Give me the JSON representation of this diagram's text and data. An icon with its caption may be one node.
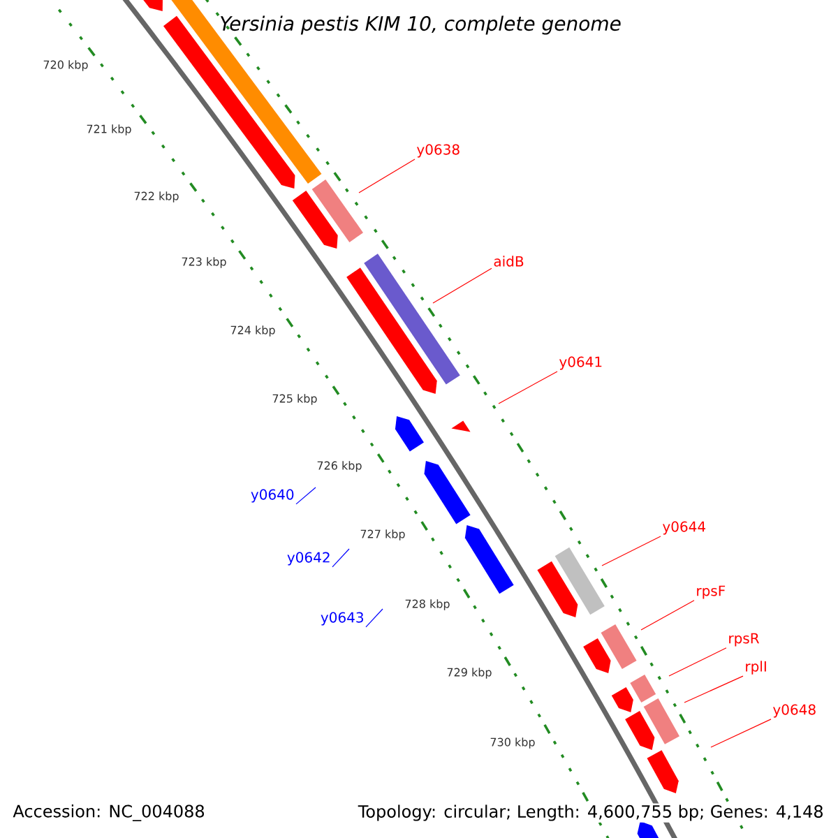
{
  "diagram": {
    "title": "Yersinia pestis KIM 10, complete genome",
    "nodes": [
      {
        "text": [
          "y0638"
        ]
      },
      {
        "text": [
          "aidB"
        ]
      },
      {
        "text": [
          "y0641"
        ]
      },
      {
        "text": [
          "y0640"
        ]
      },
      {
        "text": [
          "y0642"
        ]
      },
      {
        "text": [
          "y0643"
        ]
      },
      {
        "text": [
          "y0644"
        ]
      },
      {
        "text": [
          "rpsF"
        ]
      },
      {
        "text": [
          "rpsR"
        ]
      },
      {
        "text": [
          "rplI"
        ]
      },
      {
        "text": [
          "y0648"
        ]
      }
    ],
    "edges": [
      {
        "from": 0,
        "to": null,
        "arrow": "none"
      },
      {
        "from": 1,
        "to": null,
        "arrow": "none"
      },
      {
        "from": 2,
        "to": null,
        "arrow": "none"
      },
      {
        "from": 3,
        "to": null,
        "arrow": "none",
        "color": "#0000ff"
      },
      {
        "from": 4,
        "to": null,
        "arrow": "none",
        "color": "#0000ff"
      },
      {
        "from": 5,
        "to": null,
        "arrow": "none",
        "color": "#0000ff"
      },
      {
        "from": 6,
        "to": null,
        "arrow": "none"
      },
      {
        "from": 7,
        "to": null,
        "arrow": "none"
      },
      {
        "from": 8,
        "to": null,
        "arrow": "none"
      },
      {
        "from": 9,
        "to": null,
        "arrow": "none"
      },
      {
        "from": 10,
        "to": null,
        "arrow": "none"
      }
    ],
    "labels": [
      "720 kbp",
      "721 kbp",
      "722 kbp",
      "723 kbp",
      "724 kbp",
      "725 kbp",
      "726 kbp",
      "727 kbp",
      "728 kbp",
      "729 kbp",
      "730 kbp",
      "Accession: NC_004088",
      "Topology: circular; Length: 4,600,755 bp; Genes: 4,148"
    ]
  }
}
